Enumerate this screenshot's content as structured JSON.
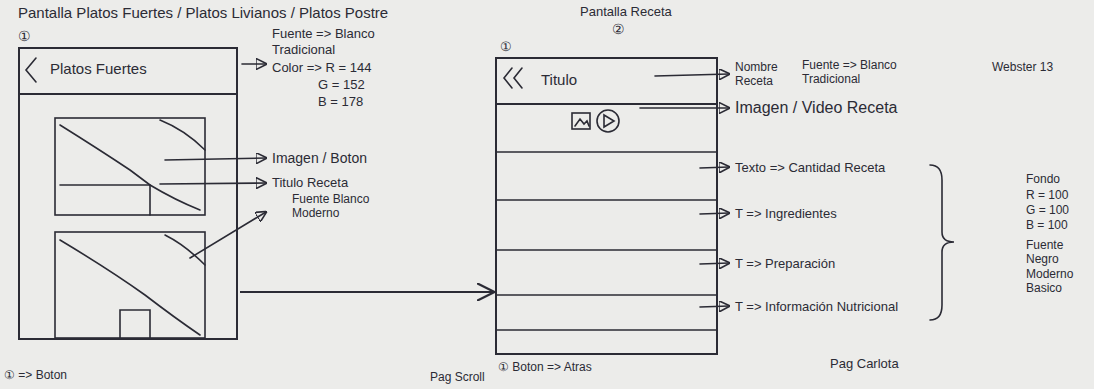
{
  "diagram": {
    "nodes": [
      {
        "text": [
          "Platos Fuertes"
        ]
      },
      {
        "text": [
          "Titulo"
        ]
      }
    ],
    "edges": [
      {
        "from": 0,
        "to": 1,
        "arrow": "to"
      }
    ],
    "labels": [
      "Pantalla Platos Fuertes / Platos Livianos / Platos Postre",
      "①",
      "Fuente => Blanco Tradicional",
      "Color => R = 144",
      "G = 152",
      "B = 178",
      "Imagen / Boton",
      "Titulo Receta",
      "Fuente Blanco Moderno",
      "Pantalla Receta",
      "②",
      "①",
      "Nombre Receta",
      "Fuente => Blanco Tradicional",
      "Webster 13",
      "Imagen / Video Receta",
      "Texto => Cantidad Receta",
      "T => Ingredientes",
      "T => Preparación",
      "T => Información Nutricional",
      "Fondo",
      "R = 100",
      "G = 100",
      "B = 100",
      "Fuente Negro Moderno Basico",
      "① Boton => Atras",
      "① => Boton",
      "Pag Scroll",
      "Pag Carlota"
    ]
  }
}
